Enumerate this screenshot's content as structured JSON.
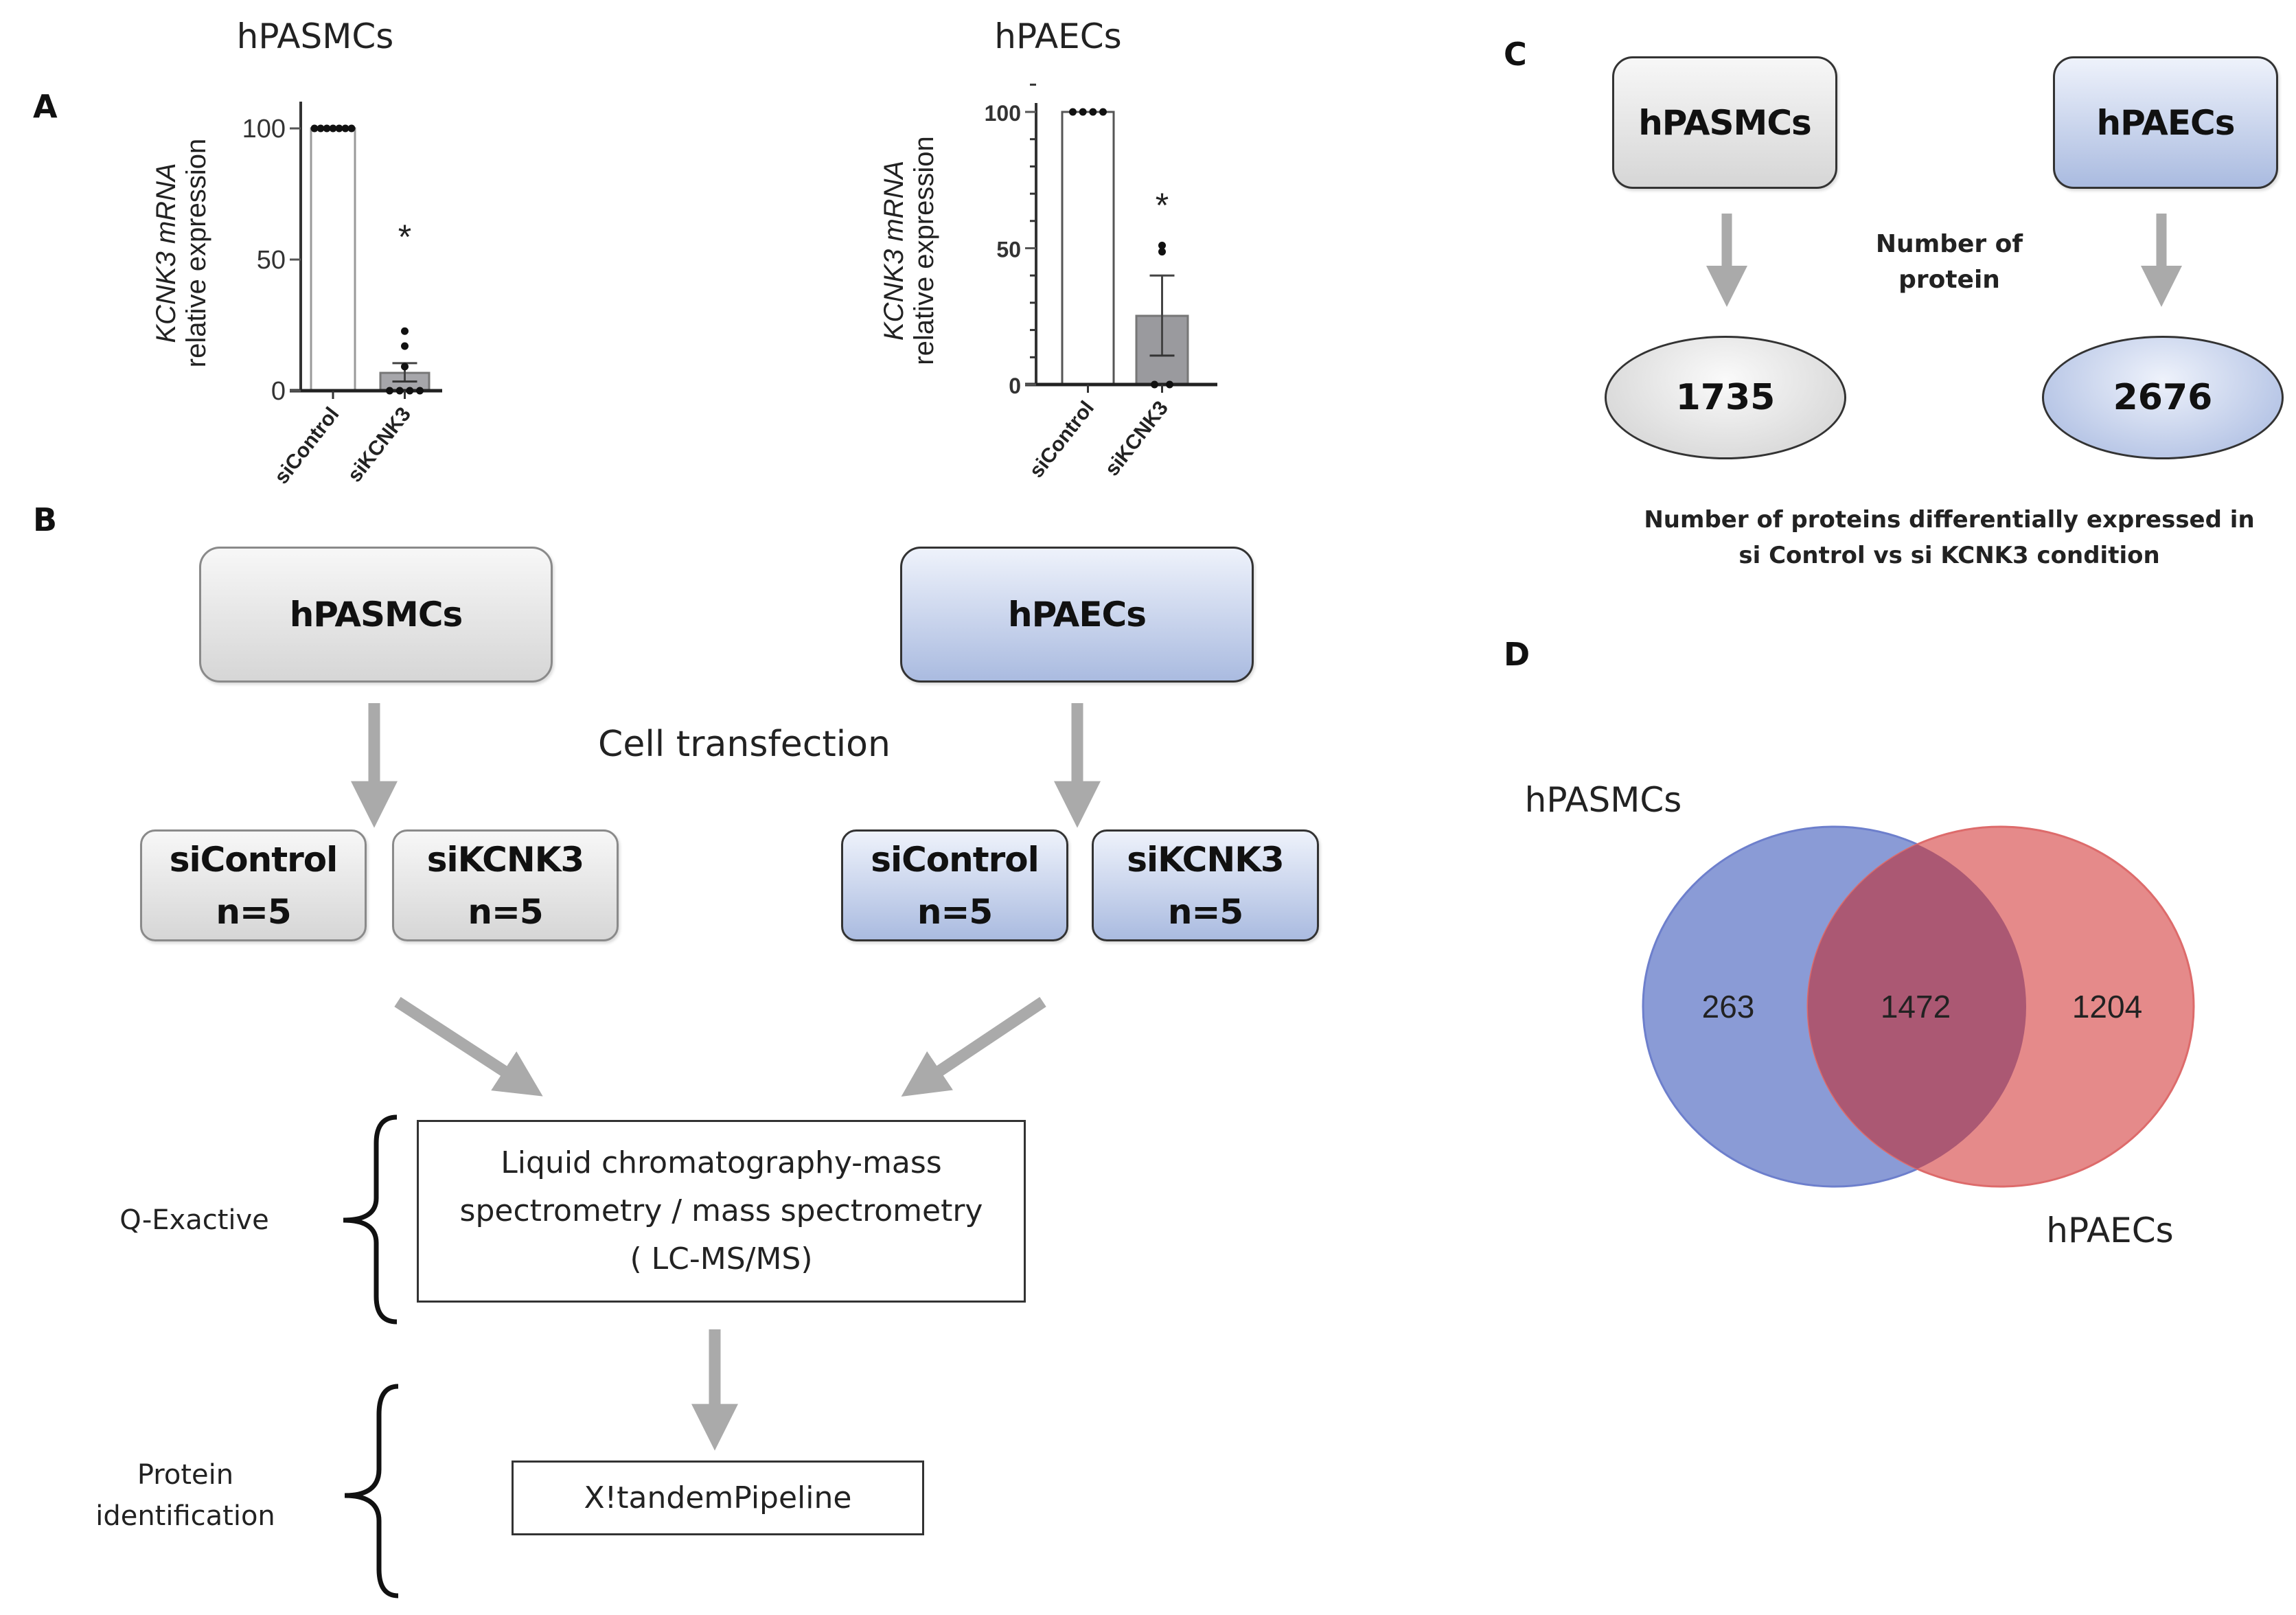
{
  "panels": {
    "A": "A",
    "B": "B",
    "C": "C",
    "D": "D"
  },
  "chart_data": [
    {
      "type": "bar",
      "title": "hPASMCs",
      "ylabel_line1": "KCNK3 mRNA",
      "ylabel_line2": "relative expression",
      "xlabel": "",
      "categories": [
        "siControl",
        "siKCNK3"
      ],
      "values": [
        100,
        6.8
      ],
      "error": [
        [
          100,
          100
        ],
        [
          3.5,
          10.5
        ]
      ],
      "points": [
        [
          100,
          100,
          100,
          100,
          100,
          100,
          100
        ],
        [
          0,
          0,
          0,
          0,
          9.2,
          17,
          22.7
        ]
      ],
      "bar_colors": [
        "#ffffff",
        "#a6a6aa"
      ],
      "yticks": [
        0,
        50,
        100
      ],
      "ylim": [
        0,
        110
      ],
      "annotations": [
        {
          "category": "siKCNK3",
          "text": "*",
          "y": 60
        }
      ],
      "grid": false
    },
    {
      "type": "bar",
      "title": "hPAECs",
      "ylabel_line1": "KCNK3 mRNA",
      "ylabel_line2": "relative expression",
      "xlabel": "",
      "categories": [
        "siControl",
        "siKCNK3"
      ],
      "values": [
        100,
        25.2
      ],
      "error": [
        [
          100,
          100
        ],
        [
          10.6,
          40
        ]
      ],
      "points": [
        [
          100,
          100,
          100,
          100
        ],
        [
          0,
          0,
          48.7,
          51
        ]
      ],
      "bar_colors": [
        "#ffffff",
        "#9a9a9e"
      ],
      "yticks": [
        0,
        50,
        100
      ],
      "minor_ticks_every": 10,
      "ylim": [
        0,
        110
      ],
      "annotations": [
        {
          "category": "siKCNK3",
          "text": "*",
          "y": 67
        }
      ],
      "grid": false
    },
    {
      "type": "venn",
      "sets": [
        "hPASMCs",
        "hPAECs"
      ],
      "only_first": 263,
      "intersection": 1472,
      "only_second": 1204,
      "colors": {
        "first": "#8a9bd6",
        "second": "#e58a8a",
        "overlap": "#ab5873"
      }
    }
  ],
  "workflow": {
    "cell_types": [
      "hPASMCs",
      "hPAECs"
    ],
    "transfection_label": "Cell transfection",
    "conditions": [
      {
        "name": "siControl",
        "n": "n=5"
      },
      {
        "name": "siKCNK3",
        "n": "n=5"
      },
      {
        "name": "siControl",
        "n": "n=5"
      },
      {
        "name": "siKCNK3",
        "n": "n=5"
      }
    ],
    "ms_step": {
      "bracket_label": "Q-Exactive",
      "lines": [
        "Liquid chromatography-mass",
        "spectrometry / mass spectrometry",
        "( LC-MS/MS)"
      ]
    },
    "id_step": {
      "bracket_label_lines": [
        "Protein",
        "identification"
      ],
      "label": "X!tandemPipeline"
    }
  },
  "protein_counts": {
    "cell_types": [
      "hPASMCs",
      "hPAECs"
    ],
    "middle_label_lines": [
      "Number of",
      "protein"
    ],
    "counts": [
      "1735",
      "2676"
    ],
    "caption_lines": [
      "Number of proteins differentially expressed in",
      "si Control vs si KCNK3 condition"
    ]
  }
}
